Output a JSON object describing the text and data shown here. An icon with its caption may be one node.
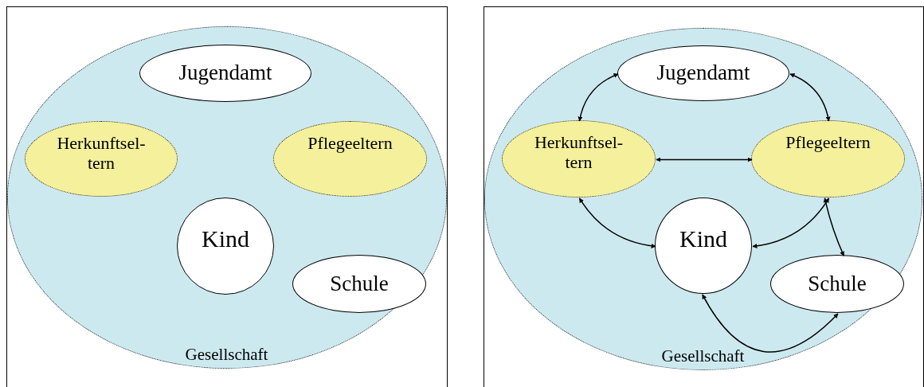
{
  "diagram": {
    "nodes": [
      {
        "text": [],
        "shape": "box"
      },
      {
        "text": [
          "Gesellschaft"
        ],
        "in": 0
      },
      {
        "text": [
          "Jugendamt"
        ],
        "in": 1
      },
      {
        "text": [
          "Herkunftsel- tern"
        ],
        "in": 1
      },
      {
        "text": [
          "Pflegeeltern"
        ],
        "in": 1
      },
      {
        "text": [
          "Kind"
        ],
        "in": 1
      },
      {
        "text": [
          "Schule"
        ],
        "in": 1
      },
      {
        "text": [],
        "shape": "box"
      },
      {
        "text": [
          "Gesellschaft"
        ],
        "in": 7
      },
      {
        "text": [
          "Jugendamt"
        ],
        "in": 8
      },
      {
        "text": [
          "Herkunftsel- tern"
        ],
        "in": 8
      },
      {
        "text": [
          "Pflegeeltern"
        ],
        "in": 8
      },
      {
        "text": [
          "Kind"
        ],
        "in": 8
      },
      {
        "text": [
          "Schule"
        ],
        "in": 8
      }
    ],
    "edges": [
      {
        "from": 9,
        "to": 10,
        "arrow": "both"
      },
      {
        "from": 9,
        "to": 11,
        "arrow": "both"
      },
      {
        "from": 10,
        "to": 11,
        "arrow": "both"
      },
      {
        "from": 10,
        "to": 12,
        "arrow": "both"
      },
      {
        "from": 11,
        "to": 12,
        "arrow": "both"
      },
      {
        "from": 11,
        "to": 13,
        "arrow": "both"
      },
      {
        "from": 12,
        "to": 13,
        "arrow": "both"
      }
    ]
  }
}
